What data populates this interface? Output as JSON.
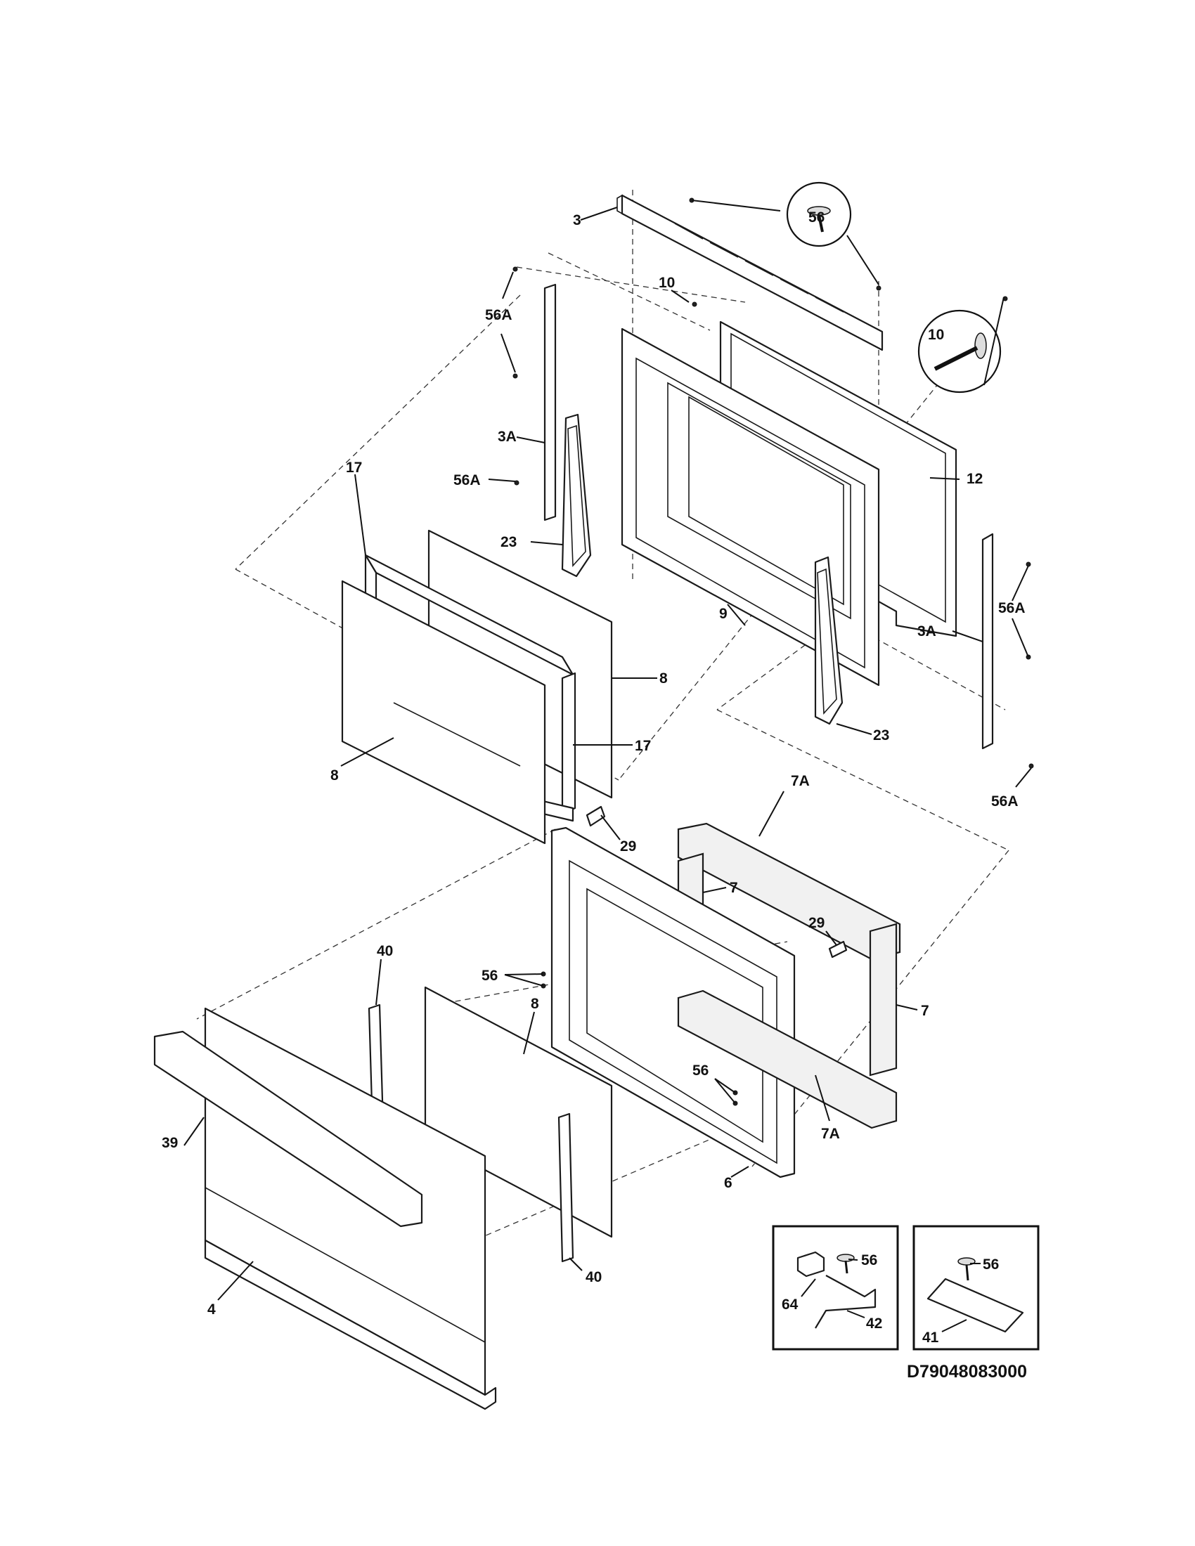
{
  "diagram": {
    "document_number": "D79048083000",
    "callouts": {
      "c3": "3",
      "c56_top": "56",
      "c10_top": "10",
      "c10_circle": "10",
      "c56a_1": "56A",
      "c3a_left": "3A",
      "c56a_2": "56A",
      "c12": "12",
      "c17_top": "17",
      "c23_left": "23",
      "c9": "9",
      "c56a_3": "56A",
      "c3a_right": "3A",
      "c8_right": "8",
      "c17_bottom": "17",
      "c8_left": "8",
      "c23_right": "23",
      "c56a_4": "56A",
      "c7a_top": "7A",
      "c29_top": "29",
      "c7_top": "7",
      "c29_right": "29",
      "c40_top": "40",
      "c56_mid": "56",
      "c8_mid": "8",
      "c7_right": "7",
      "c56_lower": "56",
      "c39": "39",
      "c7a_bottom": "7A",
      "c6": "6",
      "c40_bottom": "40",
      "c4": "4",
      "inset1_56": "56",
      "inset1_64": "64",
      "inset1_42": "42",
      "inset2_56": "56",
      "inset2_41": "41"
    }
  }
}
